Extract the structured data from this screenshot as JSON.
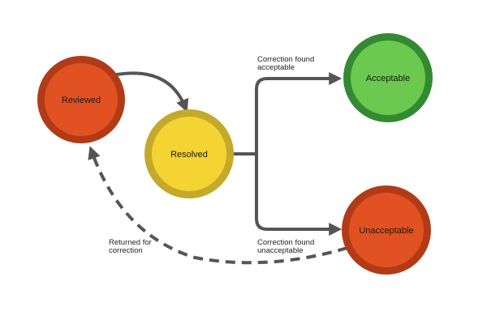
{
  "colors": {
    "edge": "#555555",
    "reviewed_fill": "#e25122",
    "reviewed_ring": "#b23b17",
    "resolved_fill": "#f3d433",
    "resolved_ring": "#c4a92a",
    "acceptable_fill": "#6cc94f",
    "acceptable_ring": "#338a30",
    "unacceptable_fill": "#e25122",
    "unacceptable_ring": "#b23b17"
  },
  "nodes": {
    "reviewed": {
      "label": "Reviewed"
    },
    "resolved": {
      "label": "Resolved"
    },
    "acceptable": {
      "label": "Acceptable"
    },
    "unacceptable": {
      "label": "Unacceptable"
    }
  },
  "edges": {
    "acceptable": {
      "line1": "Correction found",
      "line2": "acceptable"
    },
    "unacceptable": {
      "line1": "Correction found",
      "line2": "unacceptable"
    },
    "returned": {
      "line1": "Returned for",
      "line2": "correction"
    }
  }
}
